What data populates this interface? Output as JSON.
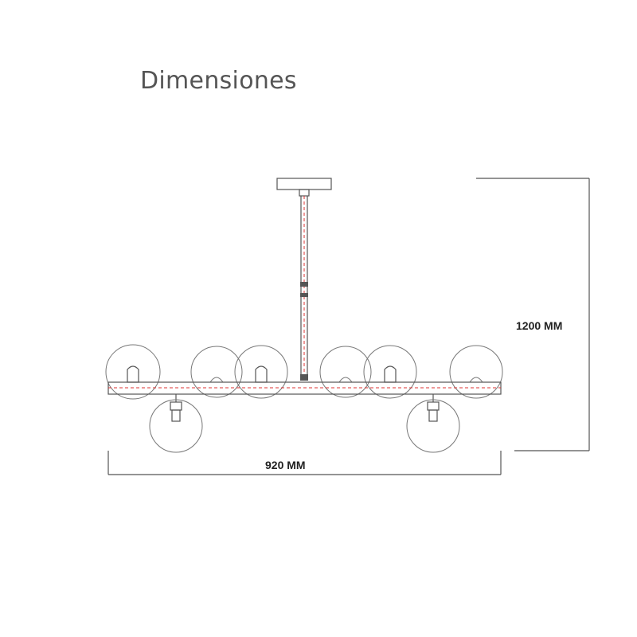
{
  "title": "Dimensiones",
  "dimensions": {
    "height_label": "1200 MM",
    "width_label": "920 MM"
  },
  "colors": {
    "line": "#555555",
    "centerline": "#dd3333",
    "text": "#222222"
  }
}
